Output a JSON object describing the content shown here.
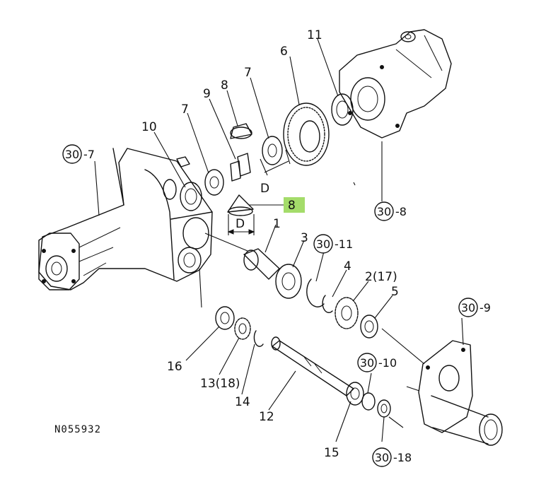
{
  "diagram": {
    "part_number": "N055932",
    "callouts": [
      {
        "id": "c1",
        "label": "1"
      },
      {
        "id": "c2",
        "label": "2(17)"
      },
      {
        "id": "c3",
        "label": "3"
      },
      {
        "id": "c4",
        "label": "4"
      },
      {
        "id": "c5",
        "label": "5"
      },
      {
        "id": "c6",
        "label": "6"
      },
      {
        "id": "c7a",
        "label": "7"
      },
      {
        "id": "c7b",
        "label": "7"
      },
      {
        "id": "c8a",
        "label": "8"
      },
      {
        "id": "c8b",
        "label": "8"
      },
      {
        "id": "c9",
        "label": "9"
      },
      {
        "id": "c10",
        "label": "10"
      },
      {
        "id": "c11",
        "label": "11"
      },
      {
        "id": "c12",
        "label": "12"
      },
      {
        "id": "c13",
        "label": "13(18)"
      },
      {
        "id": "c14",
        "label": "14"
      },
      {
        "id": "c15",
        "label": "15"
      },
      {
        "id": "c16",
        "label": "16"
      }
    ],
    "dimensions": [
      {
        "id": "d1",
        "label": "D"
      },
      {
        "id": "d2",
        "label": "D"
      }
    ],
    "references": [
      {
        "id": "r7",
        "num": "30",
        "sub": "-7"
      },
      {
        "id": "r8",
        "num": "30",
        "sub": "-8"
      },
      {
        "id": "r9",
        "num": "30",
        "sub": "-9"
      },
      {
        "id": "r10",
        "num": "30",
        "sub": "-10"
      },
      {
        "id": "r11",
        "num": "30",
        "sub": "-11"
      },
      {
        "id": "r18",
        "num": "30",
        "sub": "-18"
      }
    ],
    "highlight_color": "#a4dc6a"
  }
}
